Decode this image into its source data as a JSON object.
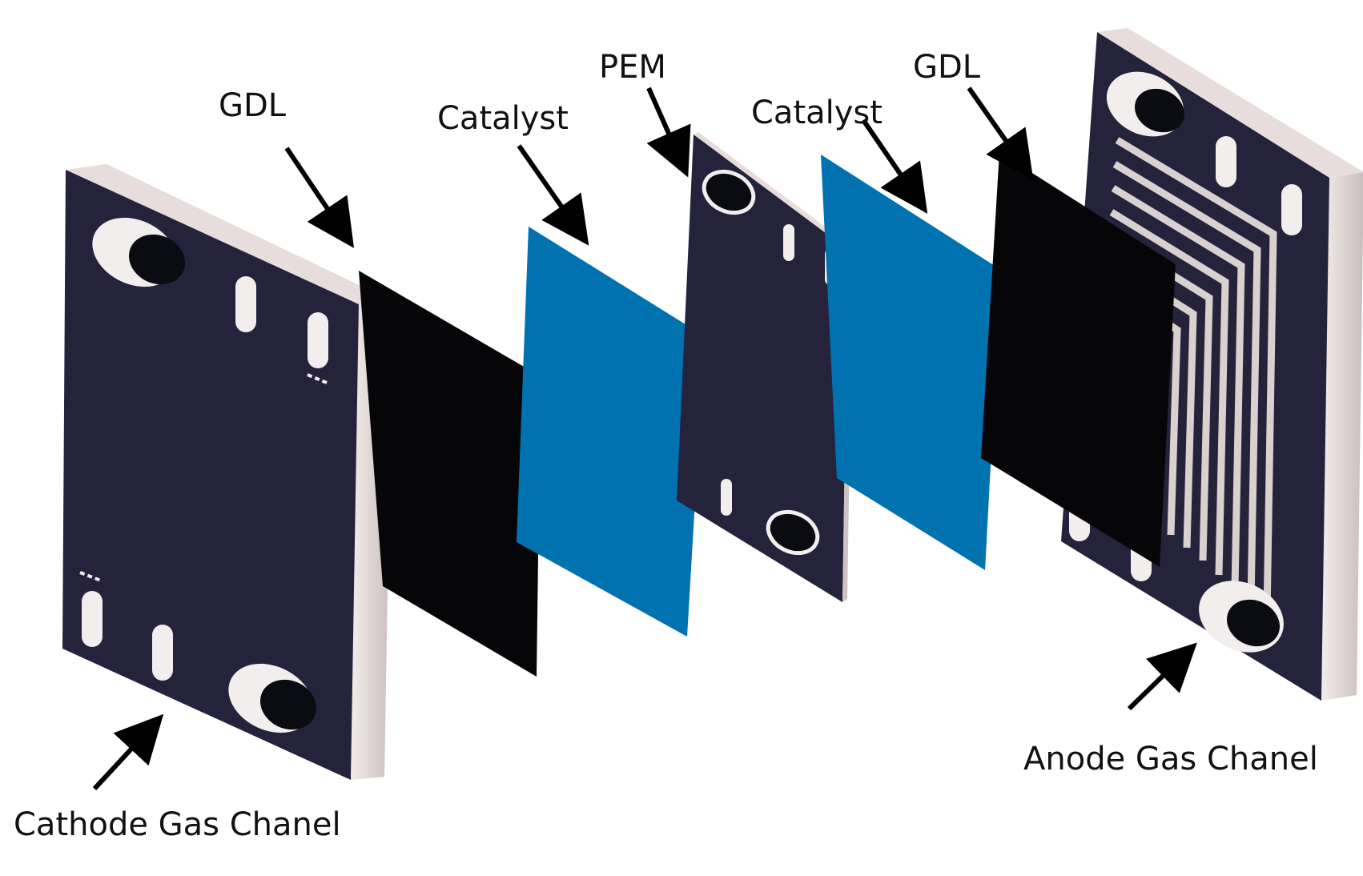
{
  "labels": {
    "gdl_left": "GDL",
    "catalyst_left": "Catalyst",
    "pem": "PEM",
    "catalyst_right": "Catalyst",
    "gdl_right": "GDL",
    "anode": "Anode Gas Chanel",
    "cathode": "Cathode Gas Chanel"
  },
  "colors": {
    "plate_face": "#25233b",
    "plate_edge": "#e8dcdc",
    "gdl": "#060608",
    "catalyst": "#0072b0",
    "hole_light": "#f3eeee",
    "hole_dark": "#0b0b12",
    "arrow": "#000000"
  }
}
